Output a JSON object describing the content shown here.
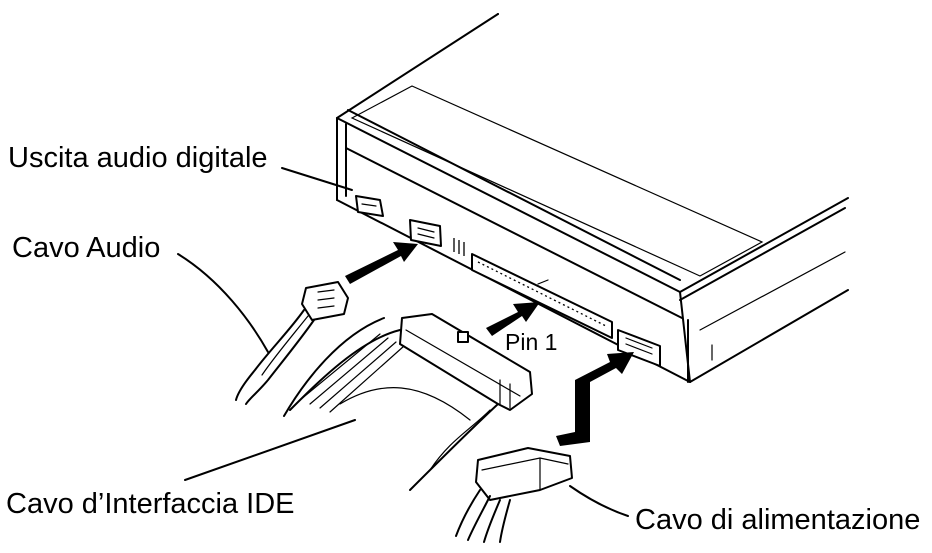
{
  "labels": {
    "digital_audio_out": "Uscita audio digitale",
    "audio_cable": "Cavo Audio",
    "pin1": "Pin 1",
    "ide_cable": "Cavo d’Interfaccia IDE",
    "power_cable": "Cavo di alimentazione"
  },
  "colors": {
    "line": "#000000",
    "background": "#ffffff"
  }
}
